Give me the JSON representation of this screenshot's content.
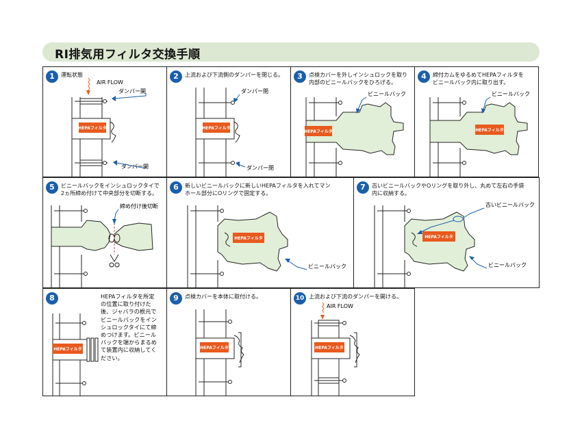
{
  "title": "RI排気用フィルタ交換手順",
  "filter_label": "HEPAフィルタ",
  "steps": [
    {
      "num": "1",
      "caption": "運転状態",
      "air_flow": "AIR FLOW",
      "damper_top": "ダンパー開",
      "damper_bottom": "ダンパー開"
    },
    {
      "num": "2",
      "caption": "上流および下流側のダンパーを閉じる。",
      "damper_top": "ダンパー閉",
      "damper_bottom": "ダンパー閉"
    },
    {
      "num": "3",
      "caption_lines": [
        "点検カバーを外しインシュロックを取り",
        "内部のビニールバックをひろげる。"
      ],
      "bag_label": "ビニールバック"
    },
    {
      "num": "4",
      "caption_lines": [
        "締付カムをゆるめてHEPAフィルタを",
        "ビニールバック内に取り出す。"
      ],
      "bag_label": "ビニールバック"
    },
    {
      "num": "5",
      "caption_lines": [
        "ビニールバックをインシュロックタイで",
        "2ヵ所締め付けて中央部分を切断する。"
      ],
      "cut_label": "締め付け後切断"
    },
    {
      "num": "6",
      "caption_lines": [
        "新しいビニールバックに新しいHEPAフィルタを入れてマン",
        "ホール部分にOリングで固定する。"
      ],
      "bag_label": "ビニールバック"
    },
    {
      "num": "7",
      "caption_lines": [
        "古いビニールバックやOリングを取り外し、丸めて左右の手袋",
        "内に収納する。"
      ],
      "old_bag_label": "古いビニールバック",
      "bag_label": "ビニールバック"
    },
    {
      "num": "8",
      "caption_lines": [
        "HEPAフィルタを所定",
        "の位置に取り付けた",
        "後、ジャバラの根元で",
        "ビニールバックをイン",
        "シュロックタイにて締",
        "めつけます。ビニール",
        "バックを端からまるめ",
        "て装置内に収納してく",
        "ださい。"
      ]
    },
    {
      "num": "9",
      "caption": "点検カバーを本体に取付ける。"
    },
    {
      "num": "10",
      "caption": "上流および下流のダンパーを開ける。",
      "air_flow": "AIR FLOW"
    }
  ],
  "colors": {
    "step_number_bg": "#1b5faa",
    "filter": "#e85a1e",
    "bag_fill": "#e2efd8",
    "callout": "#1b5faa",
    "title_bar": "#dde8d2"
  }
}
